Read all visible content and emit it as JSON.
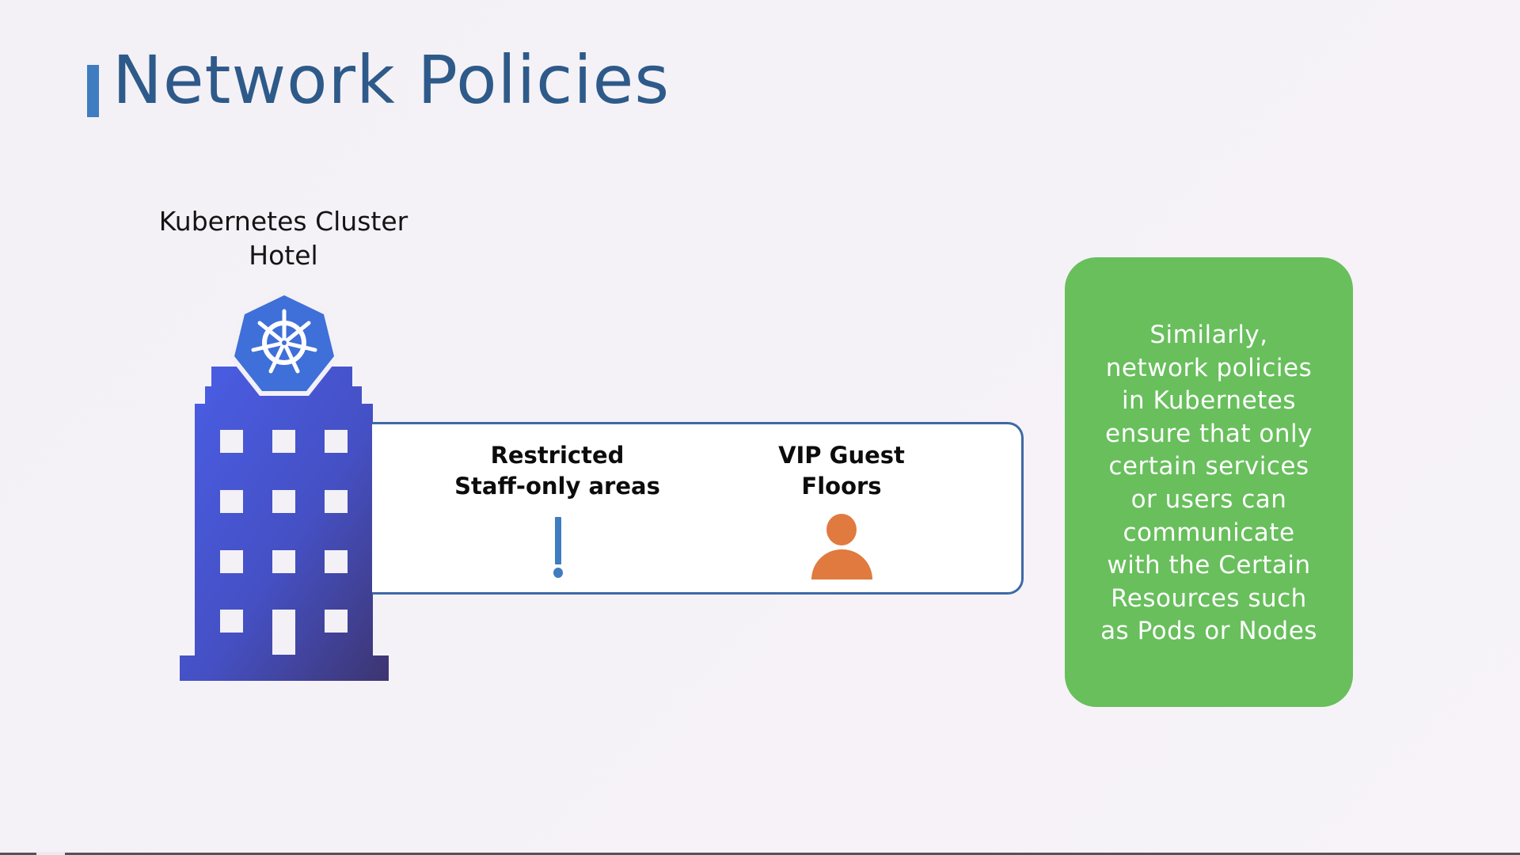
{
  "slide": {
    "title": "Network Policies",
    "accent_color": "#3f7cc0",
    "title_color": "#2e5a8a"
  },
  "cluster": {
    "label_lines": [
      "Kubernetes Cluster",
      "Hotel"
    ],
    "logo_icon": "kubernetes-helm-wheel-icon",
    "building_icon": "hotel-building-icon",
    "building_color_start": "#4a5ee0",
    "building_color_end": "#3f3a7a",
    "logo_color": "#3f6fd8"
  },
  "panel": {
    "border_color": "#3e69a6",
    "columns": [
      {
        "title_lines": [
          "Restricted",
          "Staff-only areas"
        ],
        "icon": "exclamation-icon",
        "icon_color": "#3f7cc0"
      },
      {
        "title_lines": [
          "VIP Guest",
          "Floors"
        ],
        "icon": "person-icon",
        "icon_color": "#e07a3f"
      }
    ]
  },
  "info_box": {
    "background_color": "#68bf5c",
    "text_lines": [
      "Similarly,",
      "network policies",
      "in Kubernetes",
      "ensure that only",
      "certain services",
      "or users can",
      "communicate",
      "with the Certain",
      "Resources such",
      "as Pods or Nodes"
    ]
  },
  "video_progress": {
    "fraction": 0.03
  }
}
